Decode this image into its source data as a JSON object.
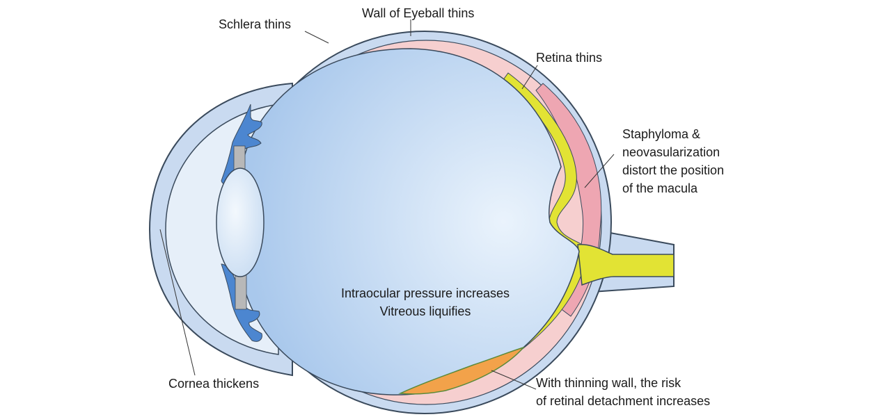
{
  "labels": {
    "wall": "Wall of Eyeball thins",
    "schlera": "Schlera thins",
    "retina": "Retina thins",
    "staphyloma": [
      "Staphyloma &",
      "neovasularization",
      "distort the position",
      "of the macula"
    ],
    "center": [
      "Intraocular pressure increases",
      "Vitreous liquifies"
    ],
    "cornea": "Cornea thickens",
    "detachment": [
      "With thinning wall, the risk",
      "of retinal detachment increases"
    ]
  },
  "colors": {
    "outer_wall": "#c9daf0",
    "outline": "#3a4a5c",
    "sclera_pink": "#f4c2c2",
    "choroid_pink": "#efa9b4",
    "vitreous": "#b8d3f0",
    "vitreous_light": "#e4f0fb",
    "optic_nerve": "#e2e334",
    "iris": "#4c86d0",
    "lens": "#dce9f7",
    "detachment": "#f2a24a",
    "leader": "#333333"
  }
}
